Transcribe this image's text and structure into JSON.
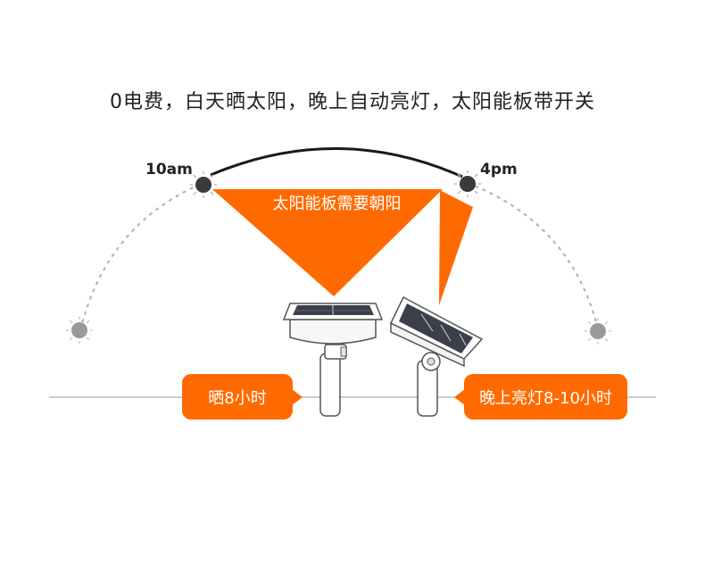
{
  "headline": "0电费，白天晒太阳，晚上自动亮灯，太阳能板带开关",
  "time_start": "10am",
  "time_end": "4pm",
  "cone_label": "太阳能板需要朝阳",
  "left_bubble": "晒8小时",
  "right_bubble": "晚上亮灯8-10小时",
  "colors": {
    "accent": "#ff6a00",
    "sun_active": "#3a3a3a",
    "sun_inactive": "#9a9a9a",
    "arc_solid": "#1a1a1a",
    "arc_dashed": "#b0b0b0",
    "ground": "#bbbbbb"
  },
  "icons": [
    "sun-icon",
    "solar-light-icon"
  ]
}
